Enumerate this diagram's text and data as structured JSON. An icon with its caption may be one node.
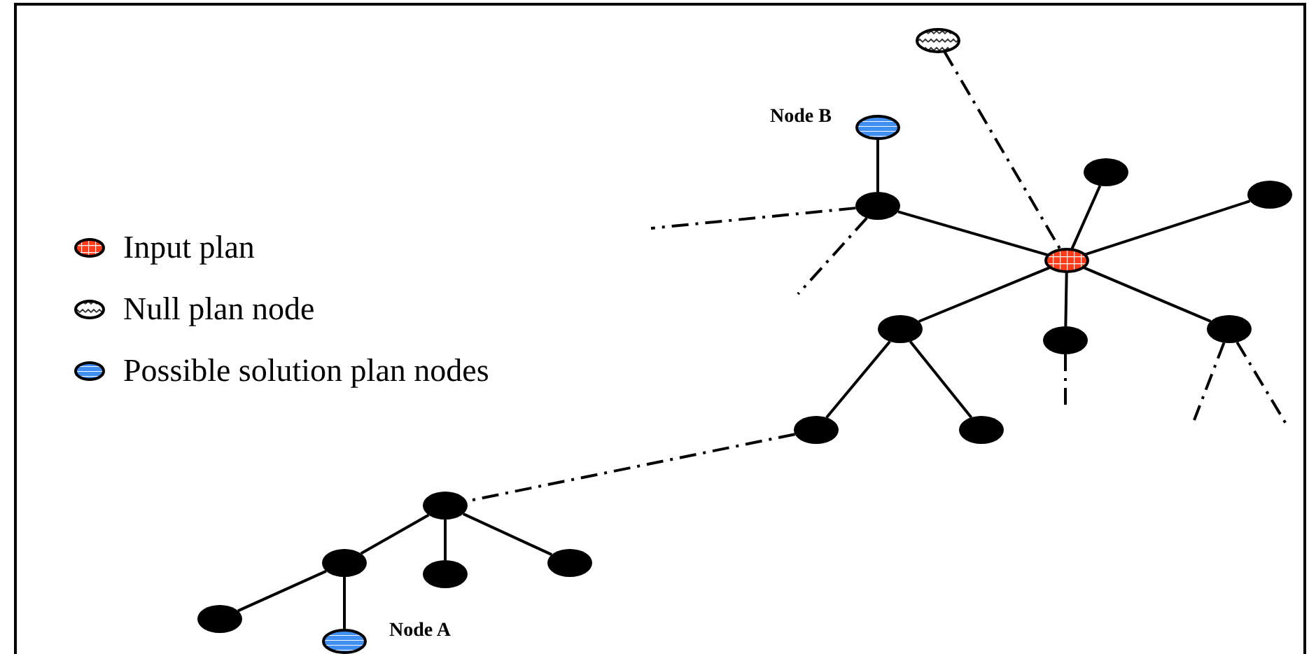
{
  "diagram": {
    "nodes": [
      {
        "text": [],
        "shape": "ellipse"
      },
      {
        "text": [],
        "shape": "ellipse",
        "beside": [
          "Node B"
        ]
      },
      {
        "text": [],
        "shape": "ellipse"
      },
      {
        "text": [],
        "shape": "ellipse"
      },
      {
        "text": [],
        "shape": "ellipse"
      },
      {
        "text": [],
        "shape": "ellipse"
      },
      {
        "text": [],
        "shape": "ellipse"
      },
      {
        "text": [],
        "shape": "ellipse"
      },
      {
        "text": [],
        "shape": "ellipse"
      },
      {
        "text": [],
        "shape": "ellipse"
      },
      {
        "text": [],
        "shape": "ellipse"
      },
      {
        "text": [],
        "shape": "ellipse"
      },
      {
        "text": [],
        "shape": "ellipse"
      },
      {
        "text": [],
        "shape": "ellipse"
      },
      {
        "text": [],
        "shape": "ellipse"
      },
      {
        "text": [],
        "shape": "ellipse"
      },
      {
        "text": [],
        "shape": "ellipse",
        "beside": [
          "Node A"
        ]
      }
    ],
    "edges": [
      {
        "from": 0,
        "to": 3,
        "arrow": "none",
        "style": "dashed"
      },
      {
        "from": 1,
        "to": 2,
        "arrow": "none"
      },
      {
        "from": 2,
        "to": 3,
        "arrow": "none"
      },
      {
        "from": 2,
        "to": null,
        "arrow": "none",
        "style": "dashed"
      },
      {
        "from": 2,
        "to": null,
        "arrow": "none",
        "style": "dashed"
      },
      {
        "from": 3,
        "to": 4,
        "arrow": "none"
      },
      {
        "from": 3,
        "to": 5,
        "arrow": "none"
      },
      {
        "from": 3,
        "to": 6,
        "arrow": "none"
      },
      {
        "from": 3,
        "to": 7,
        "arrow": "none"
      },
      {
        "from": 3,
        "to": 8,
        "arrow": "none"
      },
      {
        "from": 6,
        "to": 9,
        "arrow": "none"
      },
      {
        "from": 6,
        "to": 10,
        "arrow": "none"
      },
      {
        "from": 9,
        "to": 11,
        "arrow": "none",
        "style": "dashed"
      },
      {
        "from": 7,
        "to": null,
        "arrow": "none",
        "style": "dashed"
      },
      {
        "from": 8,
        "to": null,
        "arrow": "none",
        "style": "dashed"
      },
      {
        "from": 8,
        "to": null,
        "arrow": "none",
        "style": "dashed"
      },
      {
        "from": 11,
        "to": 12,
        "arrow": "none"
      },
      {
        "from": 11,
        "to": 13,
        "arrow": "none"
      },
      {
        "from": 11,
        "to": 14,
        "arrow": "none"
      },
      {
        "from": 12,
        "to": 15,
        "arrow": "none"
      },
      {
        "from": 12,
        "to": 16,
        "arrow": "none"
      }
    ],
    "legend": [
      {
        "text": "Input plan"
      },
      {
        "text": "Null plan  node"
      },
      {
        "text": "Possible solution plan nodes"
      }
    ]
  }
}
